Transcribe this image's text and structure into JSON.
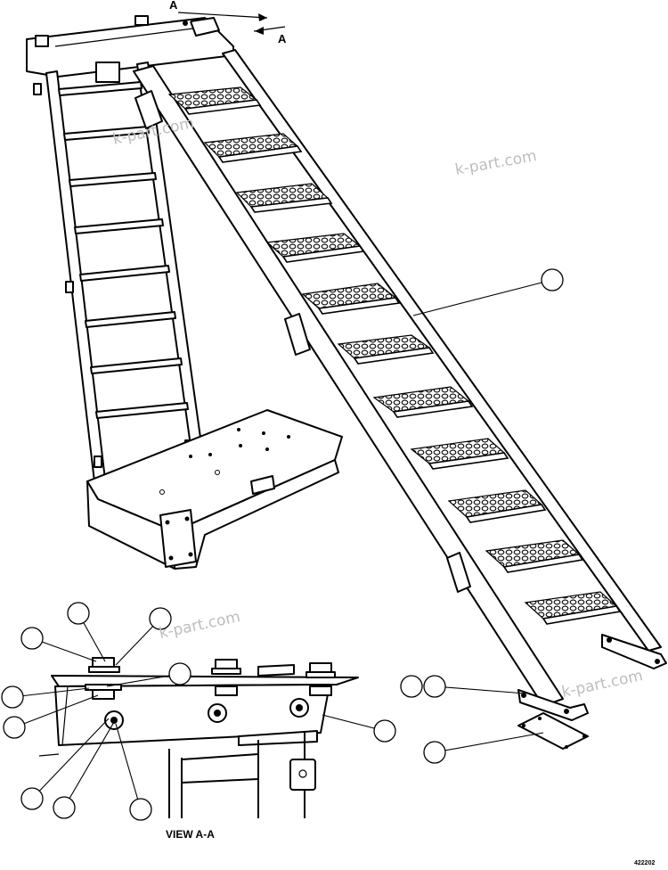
{
  "section_marker_top": "A",
  "section_marker_arrow": "A",
  "view_caption": "VIEW A-A",
  "drawing_number": "422202",
  "watermarks": [
    "k-part.com",
    "k-part.com",
    "k-part.com",
    "k-part.com"
  ]
}
